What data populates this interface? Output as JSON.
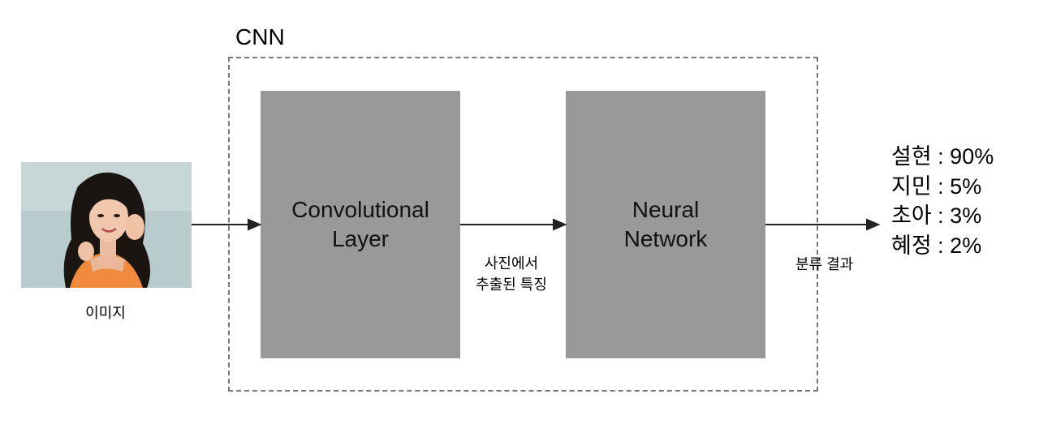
{
  "cnn_label": "CNN",
  "input": {
    "label": "이미지"
  },
  "conv_layer": {
    "line1": "Convolutional",
    "line2": "Layer"
  },
  "neural_network": {
    "line1": "Neural",
    "line2": "Network"
  },
  "features_label": {
    "line1": "사진에서",
    "line2": "추출된 특징"
  },
  "output_label": "분류 결과",
  "results": [
    {
      "text": "설현 : 90%"
    },
    {
      "text": "지민 : 5%"
    },
    {
      "text": "초아 : 3%"
    },
    {
      "text": "혜정 : 2%"
    }
  ]
}
